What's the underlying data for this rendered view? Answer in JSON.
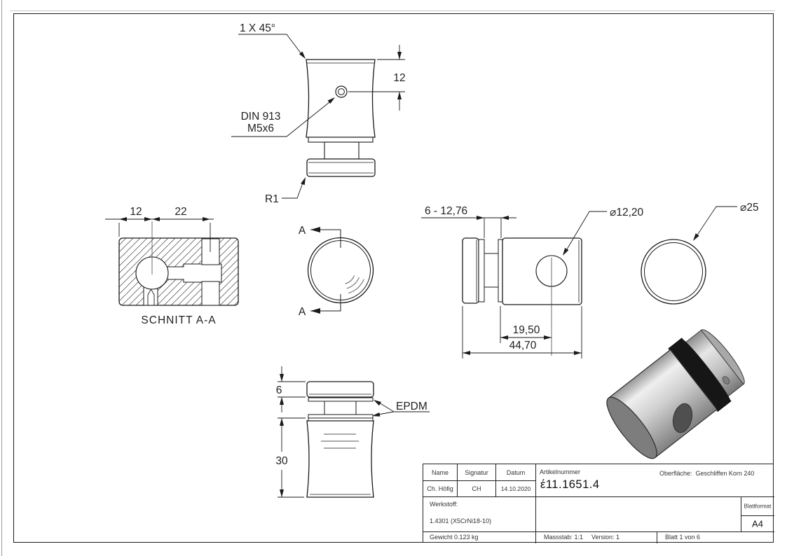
{
  "colors": {
    "line": "#1a1a1a",
    "hatch": "#444444",
    "metal_light": "#ededed",
    "metal_mid": "#bdbdbd",
    "metal_dark": "#7d7d7d",
    "epdm_ring": "#161616"
  },
  "annotations": {
    "chamfer_label": "1 X 45°",
    "din_line1": "DIN 913",
    "din_line2": "M5x6",
    "radius_label": "R1",
    "dim_screw_offset": "12",
    "section_title": "SCHNITT A-A",
    "dim_section_12": "12",
    "dim_section_22": "22",
    "section_arrow_top": "A",
    "section_arrow_bottom": "A",
    "dim_glass_range": "6 - 12,76",
    "dia_hole": "⌀12,20",
    "dia_tube": "⌀25",
    "dim_hole_pos": "19,50",
    "dim_total_len": "44,70",
    "dim_cap_height": "6",
    "epdm_label": "EPDM",
    "dim_body_height": "30"
  },
  "title_block": {
    "col_name": "Name",
    "col_signatur": "Signatur",
    "col_datum": "Datum",
    "val_name": "Ch. Höfig",
    "val_signatur": "CH",
    "val_datum": "14.10.2020",
    "artikelnummer_label": "Artikelnummer",
    "artikelnummer": "έ11.1651.4",
    "oberflaeche": "Oberfläche:  Geschliffen Korn 240",
    "werkstoff_label": "Werkstoff:",
    "werkstoff_value": "1.4301 (X5CrNi18-10)",
    "blattformat_label": "Blattformat",
    "blattformat_value": "A4",
    "gewicht": "Gewicht 0.123 kg",
    "massstab": "Massstab: 1:1",
    "version": "Version: 1",
    "blatt": "Blatt 1 von 6"
  }
}
